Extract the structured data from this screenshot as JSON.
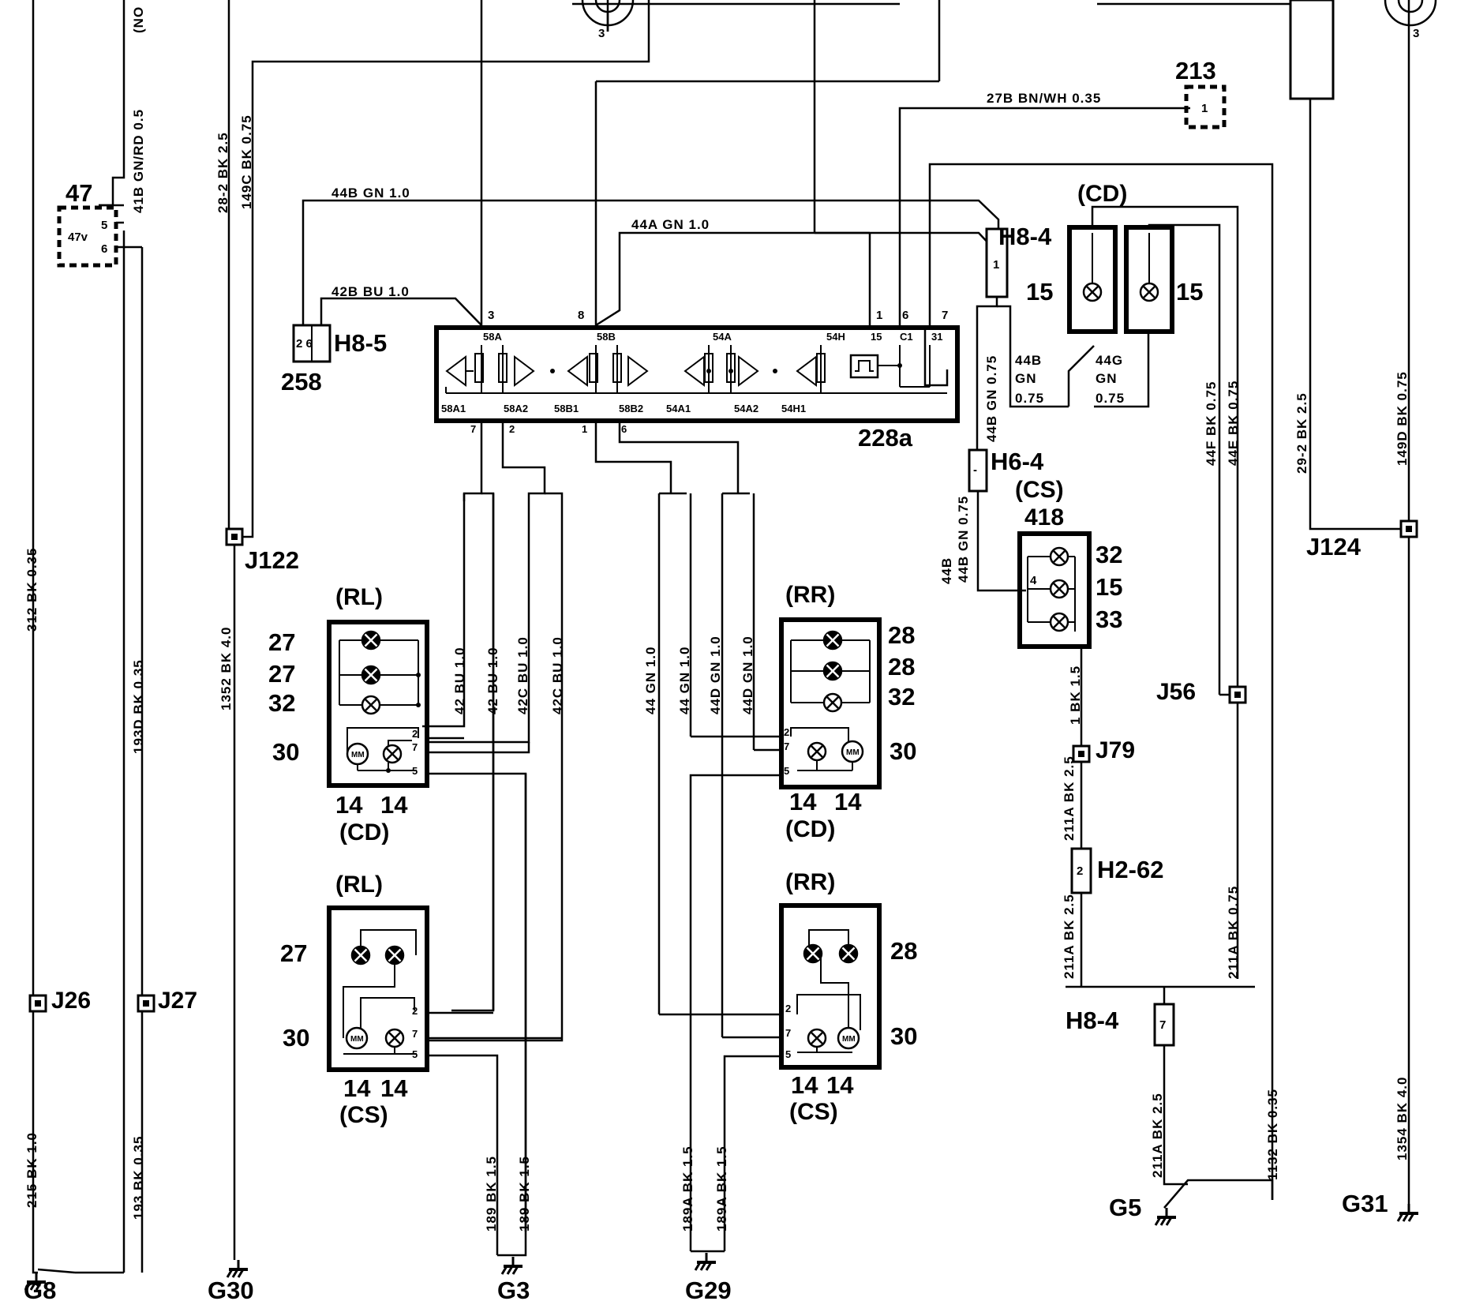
{
  "diagram": {
    "connectors": {
      "c47": {
        "label": "47",
        "inner": "47v",
        "pin5": "5",
        "pin6": "6"
      },
      "c213": {
        "label": "213",
        "pin": "1"
      },
      "c258": {
        "label": "258",
        "pins": "2 6",
        "name": "H8-5"
      },
      "h8_4_top": {
        "name": "H8-4",
        "pin": "1"
      },
      "h8_4_bot": {
        "name": "H8-4",
        "pin": "7"
      },
      "h6_4": {
        "name": "H6-4",
        "pin": "-"
      },
      "h2_62": {
        "name": "H2-62",
        "pin": "2"
      },
      "module": {
        "name": "228a",
        "top_pins": [
          "3",
          "8",
          "1",
          "6",
          "7"
        ],
        "inner_top": [
          "58A",
          "58B",
          "54A",
          "54H",
          "15",
          "C1",
          "31"
        ],
        "inner_bottom": [
          "58A1",
          "58A2",
          "58B1",
          "58B2",
          "54A1",
          "54A2",
          "54H1"
        ],
        "bottom_pins": [
          "7",
          "2",
          "1",
          "6"
        ]
      }
    },
    "junctions": [
      "J122",
      "J124",
      "J26",
      "J27",
      "J56",
      "J79"
    ],
    "grounds": [
      "G8",
      "G30",
      "G3",
      "G29",
      "G5",
      "G31"
    ],
    "lamps": {
      "rl_cd": {
        "loc": "(RL)",
        "type": "(CD)",
        "n1": "27",
        "n2": "27",
        "n3": "32",
        "n4": "30",
        "b1": "14",
        "b2": "14",
        "p2": "2",
        "p7": "7",
        "p5": "5"
      },
      "rr_cd": {
        "loc": "(RR)",
        "type": "(CD)",
        "n1": "28",
        "n2": "28",
        "n3": "32",
        "n4": "30",
        "b1": "14",
        "b2": "14",
        "p2": "2",
        "p7": "7",
        "p5": "5"
      },
      "rl_cs": {
        "loc": "(RL)",
        "type": "(CS)",
        "n1": "27",
        "n4": "30",
        "b1": "14",
        "b2": "14",
        "p2": "2",
        "p7": "7",
        "p5": "5"
      },
      "rr_cs": {
        "loc": "(RR)",
        "type": "(CS)",
        "n1": "28",
        "n4": "30",
        "b1": "14",
        "b2": "14",
        "p2": "2",
        "p7": "7",
        "p5": "5"
      },
      "cd_top": {
        "type": "(CD)",
        "n1": "15",
        "n2": "15"
      },
      "cs_418": {
        "type": "(CS)",
        "label": "418",
        "n1": "32",
        "n2": "15",
        "n3": "33",
        "pin": "4"
      }
    },
    "wires": {
      "w312": "312  BK 0.35",
      "w215": "215  BK 1.0",
      "w193d": "193D  BK 0.35",
      "w193": "193  BK 0.35",
      "w41b": "41B GN/RD 0.5",
      "w_no": "(NO",
      "w28_2": "28-2  BK 2.5",
      "w149c": "149C  BK 0.75",
      "w1352": "1352  BK 4.0",
      "w44b_top": "44B  GN 1.0",
      "w44a_top": "44A  GN 1.0",
      "w42b_top": "42B  BU 1.0",
      "w27b": "27B  BN/WH 0.35",
      "w42bu_a": "42  BU 1.0",
      "w42bu_b": "42  BU 1.0",
      "w42c_a": "42C  BU 1.0",
      "w42c_b": "42C  BU 1.0",
      "w44gn_a": "44  GN 1.0",
      "w44gn_b": "44  GN 1.0",
      "w44d_a": "44D  GN 1.0",
      "w44d_b": "44D  GN 1.0",
      "w189_a": "189  BK 1.5",
      "w189_b": "189  BK 1.5",
      "w189a_a": "189A  BK 1.5",
      "w189a_b": "189A  BK 1.5",
      "w44b_gn075_v": "44B  GN 0.75",
      "w44b_gn075_v2": "44B  GN 0.75",
      "w44b_h": "44B",
      "w44b_gn": "GN",
      "w44b_size": "0.75",
      "w44g_h": "44G",
      "w44g_gn": "GN",
      "w44g_size": "0.75",
      "w44f": "44F  BK 0.75",
      "w44e": "44E  BK 0.75",
      "w29_2": "29-2  BK 2.5",
      "w149d": "149D  BK 0.75",
      "w1bk15": "1  BK 1.5",
      "w211a_top": "211A  BK 2.5",
      "w211a_mid": "211A  BK 2.5",
      "w211a_r": "211A  BK 0.75",
      "w211a_bot": "211A  BK 2.5",
      "w1132": "1132  BK 0.35",
      "w1354": "1354  BK 4.0"
    },
    "top_refs": {
      "left": "3",
      "right": "3"
    }
  }
}
